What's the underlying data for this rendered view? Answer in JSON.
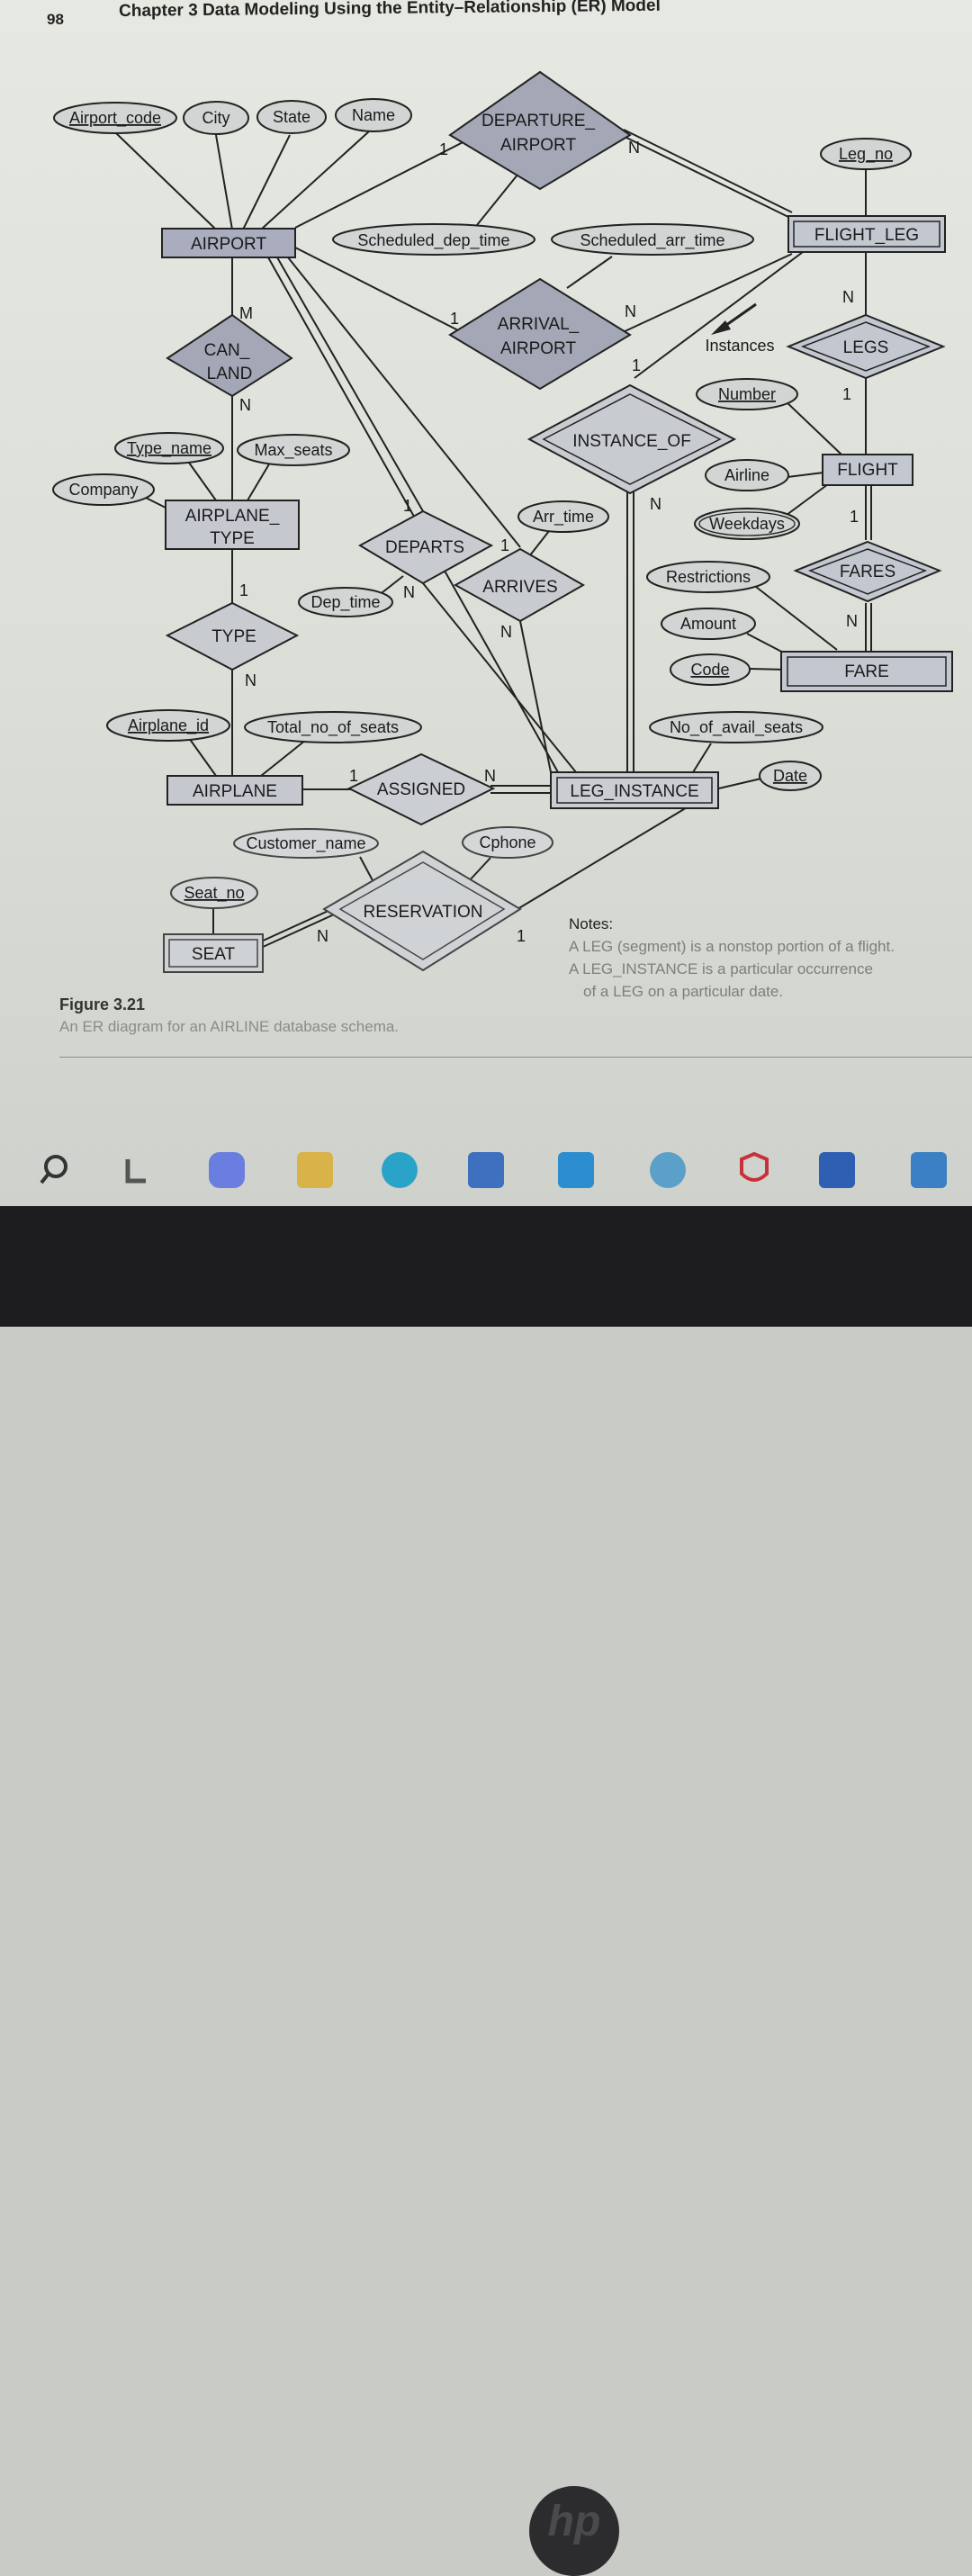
{
  "header": {
    "page_number": "98",
    "chapter_title": "Chapter 3 Data Modeling Using the Entity–Relationship (ER) Model"
  },
  "entities": {
    "airport": "AIRPORT",
    "flight_leg": "FLIGHT_LEG",
    "flight": "FLIGHT",
    "fare": "FARE",
    "airplane_type": [
      "AIRPLANE_",
      "TYPE"
    ],
    "airplane": "AIRPLANE",
    "leg_instance": "LEG_INSTANCE",
    "seat": "SEAT"
  },
  "relationships": {
    "departure_airport": [
      "DEPARTURE_",
      "AIRPORT"
    ],
    "arrival_airport": [
      "ARRIVAL_",
      "AIRPORT"
    ],
    "can_land": [
      "CAN_",
      "LAND"
    ],
    "legs": "LEGS",
    "instance_of": "INSTANCE_OF",
    "fares": "FARES",
    "departs": "DEPARTS",
    "arrives": "ARRIVES",
    "type": "TYPE",
    "assigned": "ASSIGNED",
    "reservation": "RESERVATION"
  },
  "attributes": {
    "airport_code": "Airport_code",
    "city": "City",
    "state": "State",
    "name": "Name",
    "leg_no": "Leg_no",
    "scheduled_dep_time": "Scheduled_dep_time",
    "scheduled_arr_time": "Scheduled_arr_time",
    "instances": "Instances",
    "number": "Number",
    "airline": "Airline",
    "weekdays": "Weekdays",
    "restrictions": "Restrictions",
    "amount": "Amount",
    "code": "Code",
    "type_name": "Type_name",
    "max_seats": "Max_seats",
    "company": "Company",
    "dep_time": "Dep_time",
    "arr_time": "Arr_time",
    "airplane_id": "Airplane_id",
    "total_no_of_seats": "Total_no_of_seats",
    "no_of_avail_seats": "No_of_avail_seats",
    "date": "Date",
    "customer_name": "Customer_name",
    "cphone": "Cphone",
    "seat_no": "Seat_no"
  },
  "cardinalities": {
    "dep_airport_1": "1",
    "dep_airport_n": "N",
    "arr_airport_1": "1",
    "arr_airport_n": "N",
    "can_land_m": "M",
    "can_land_n": "N",
    "legs_n": "N",
    "legs_1": "1",
    "instance_of_1": "1",
    "instance_of_n": "N",
    "fares_1": "1",
    "fares_n": "N",
    "departs_1": "1",
    "departs_n": "N",
    "arrives_1": "1",
    "arrives_n": "N",
    "type_1": "1",
    "type_n": "N",
    "assigned_1": "1",
    "assigned_n": "N",
    "reservation_n": "N",
    "reservation_1": "1"
  },
  "caption": {
    "label": "Figure 3.21",
    "description": "An ER diagram for an AIRLINE database schema."
  },
  "notes": {
    "title": "Notes:",
    "line1": "A LEG (segment) is a nonstop portion of a flight.",
    "line2": "A LEG_INSTANCE is a particular occurrence",
    "line3": "of a LEG on a particular date."
  },
  "taskbar": {
    "icons": [
      "search-icon",
      "widgets-icon",
      "chat-icon",
      "file-explorer-icon",
      "edge-icon",
      "store-icon",
      "camera-icon",
      "photos-icon",
      "mcafee-icon",
      "word-icon",
      "photos-app-icon"
    ]
  },
  "device": {
    "logo": "hp"
  }
}
